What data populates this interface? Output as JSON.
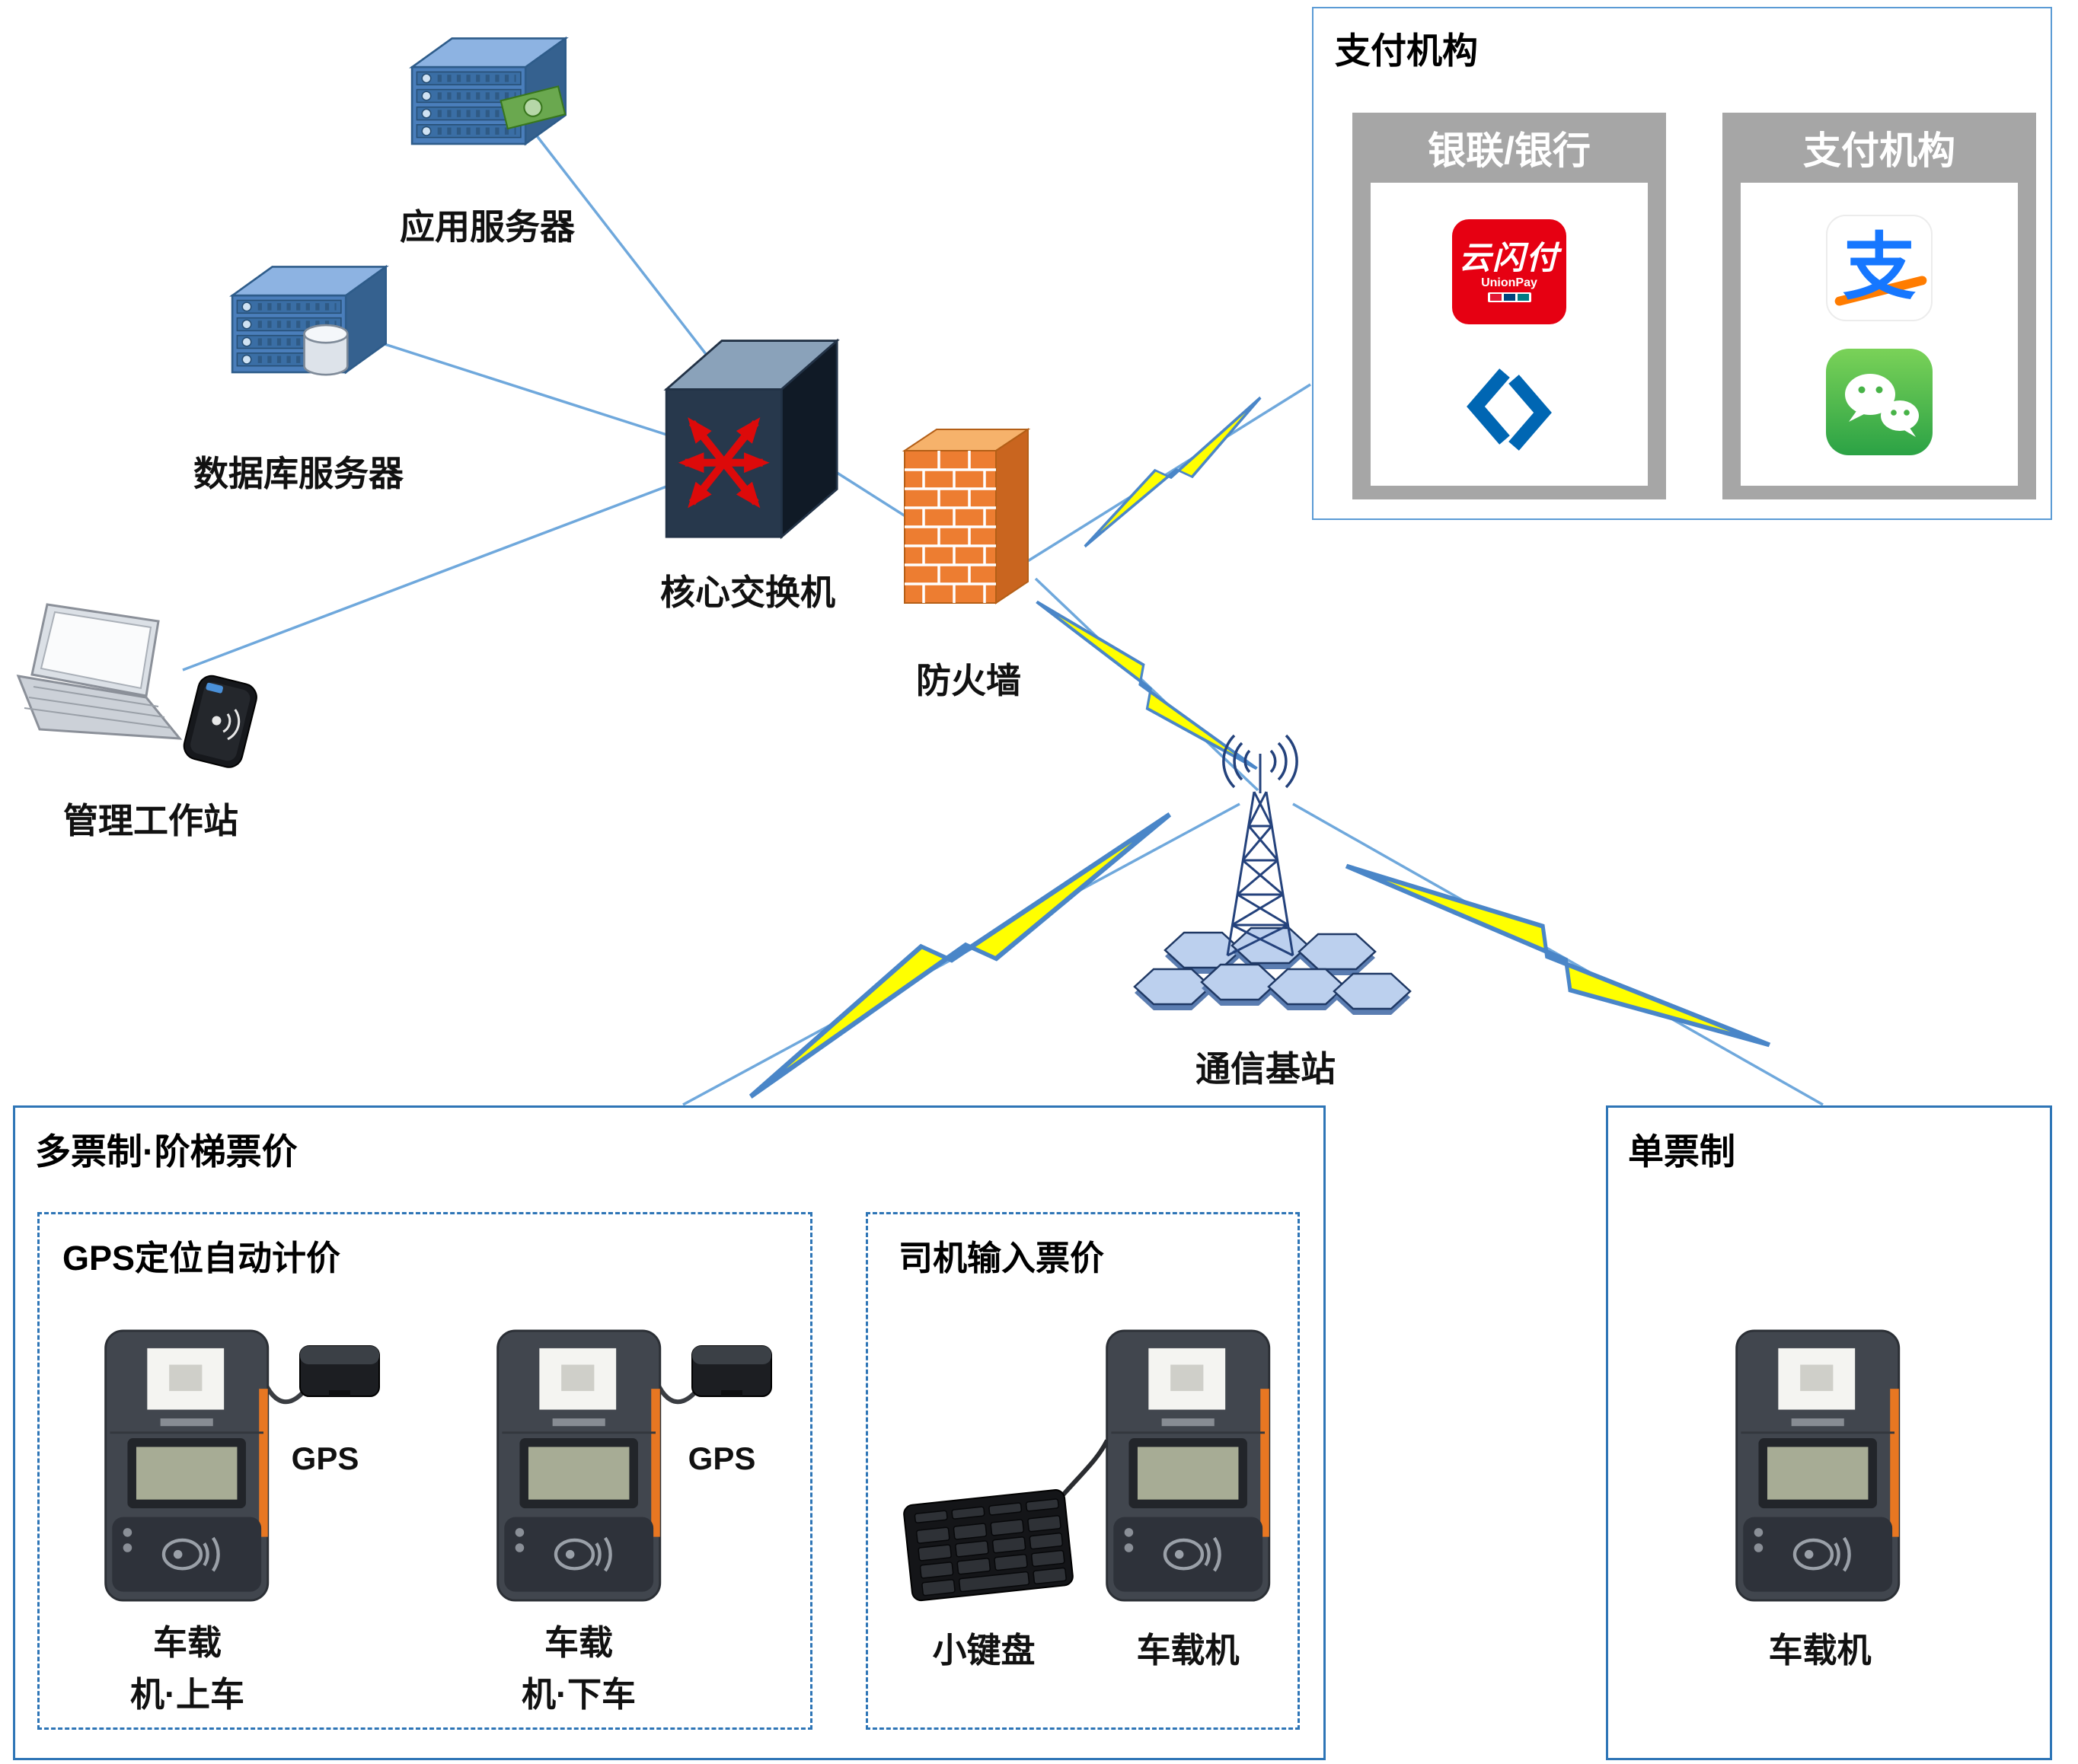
{
  "nodes": {
    "app_server": {
      "label": "应用服务器"
    },
    "db_server": {
      "label": "数据库服务器"
    },
    "core_switch": {
      "label": "核心交换机"
    },
    "firewall": {
      "label": "防火墙"
    },
    "workstation": {
      "label": "管理工作站"
    },
    "base_station": {
      "label": "通信基站"
    }
  },
  "payment_group": {
    "title": "支付机构",
    "bank_box": {
      "title": "银联/银行",
      "unionpay_logo": {
        "text": "云闪付",
        "subtext": "UnionPay"
      },
      "ccb_logo_name": "china-construction-bank-logo"
    },
    "thirdparty_box": {
      "title": "支付机构",
      "alipay_logo_text": "支",
      "wechat_logo_name": "wechat-pay-logo"
    }
  },
  "multi_ticket_group": {
    "title": "多票制·阶梯票价",
    "gps_section": {
      "title": "GPS定位自动计价",
      "machine_boarding": {
        "line1": "车载",
        "line2": "机·上车",
        "gps_label": "GPS"
      },
      "machine_alighting": {
        "line1": "车载",
        "line2": "机·下车",
        "gps_label": "GPS"
      }
    },
    "driver_section": {
      "title": "司机输入票价",
      "keypad_label": "小键盘",
      "machine_label": "车载机"
    }
  },
  "single_ticket_group": {
    "title": "单票制",
    "machine_label": "车载机"
  },
  "icons": {
    "application-server-icon": "blue-3d-rack-server",
    "database-server-icon": "blue-3d-rack-server-with-disk-cylinder",
    "core-switch-icon": "dark-3d-cube-with-red-crossing-arrows",
    "firewall-icon": "orange-3d-brick-wall",
    "workstation-icon": "laptop-with-nfc-card-reader",
    "base-station-icon": "lattice-antenna-tower-over-hex-cells",
    "bus-validator-icon": "onboard-fare-card-machine",
    "gps-module-icon": "black-gps-receiver-box",
    "keypad-icon": "black-numeric-keypad",
    "lightning-link-icon": "yellow-lightning-bolt",
    "unionpay-logo": "cloud-quickpass-red-square",
    "ccb-logo": "china-construction-bank-blue-mark",
    "alipay-logo": "alipay-blue-zhi",
    "wechat-logo": "wechat-green-bubbles"
  },
  "colors": {
    "connector_blue": "#6fa8dc",
    "lightning_yellow": "#ffff00",
    "box_border_blue": "#2e75b6",
    "panel_gray": "#a6a6a6",
    "unionpay_red": "#e60012",
    "ccb_blue": "#0066b3",
    "alipay_blue": "#1677ff",
    "wechat_green": "#3cb034",
    "firewall_orange": "#ed7d31",
    "server_blue": "#4a7ebb"
  }
}
